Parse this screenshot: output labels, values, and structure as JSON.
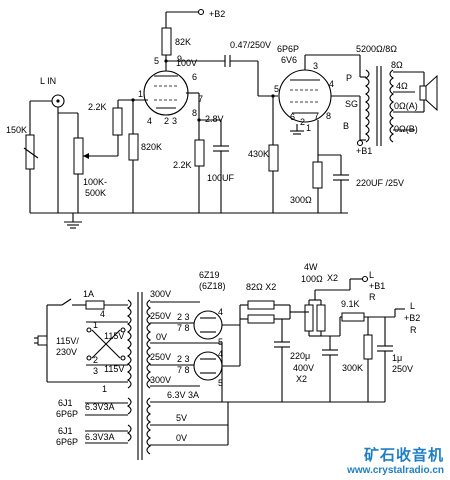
{
  "top": {
    "b2": "+B2",
    "r82k": "82K",
    "v100": "100V",
    "cap047": "0.47/250V",
    "tube2_a": "6P6P",
    "tube2_b": "6V6",
    "ot_label": "5200Ω/8Ω",
    "lin": "L IN",
    "r150k": "150K",
    "r2k2a": "2.2K",
    "pot": "100K-\n500K",
    "r820k": "820K",
    "v28": "2.8V",
    "r2k2b": "2.2K",
    "c100uf": "100UF",
    "r430k": "430K",
    "r300": "300Ω",
    "c220": "220UF /25V",
    "p": "P",
    "sg": "SG",
    "b": "B",
    "b1": "+B1",
    "o8": "8Ω",
    "o4": "4Ω",
    "o0a": "0Ω(A)",
    "o0b": "0Ω(B)",
    "pins": [
      "1",
      "2",
      "3",
      "4",
      "5",
      "6",
      "7",
      "8",
      "9",
      "3",
      "4",
      "5",
      "6",
      "2",
      "1",
      "7",
      "8"
    ]
  },
  "bottom": {
    "rect_a": "6Z19",
    "rect_b": "(6Z18)",
    "r82x2": "82Ω X2",
    "w4": "4W",
    "r100": "100Ω",
    "x2": "X2",
    "l": "L",
    "r": "R",
    "b1": "+B1",
    "b2": "+B2",
    "r91k": "9.1K",
    "fuse": "1A",
    "mains_a": "115V/",
    "mains_b": "230V",
    "s115a": "115V",
    "s115b": "115V",
    "t300a": "300V",
    "t250a": "250V",
    "t0a": "0V",
    "t250b": "250V",
    "t300b": "300V",
    "h63": "6.3V 3A",
    "v5": "5V",
    "v0": "0V",
    "c220": "220μ",
    "c400": "400V",
    "cx2": "X2",
    "r300k": "300K",
    "c1u": "1μ",
    "c250": "250V",
    "fil1a": "6J1",
    "fil1b": "6P6P",
    "fil1v": "6.3V3A",
    "fil2a": "6J1",
    "fil2b": "6P6P",
    "fil2v": "6.3V3A",
    "pins": [
      "1",
      "2",
      "3",
      "4",
      "1",
      "2",
      "3",
      "4",
      "2 3",
      "7 8",
      "4",
      "5",
      "2 3",
      "7 8",
      "4",
      "5"
    ]
  },
  "watermark": {
    "cn": "矿石收音机",
    "url": "www.crystalradio.cn"
  }
}
